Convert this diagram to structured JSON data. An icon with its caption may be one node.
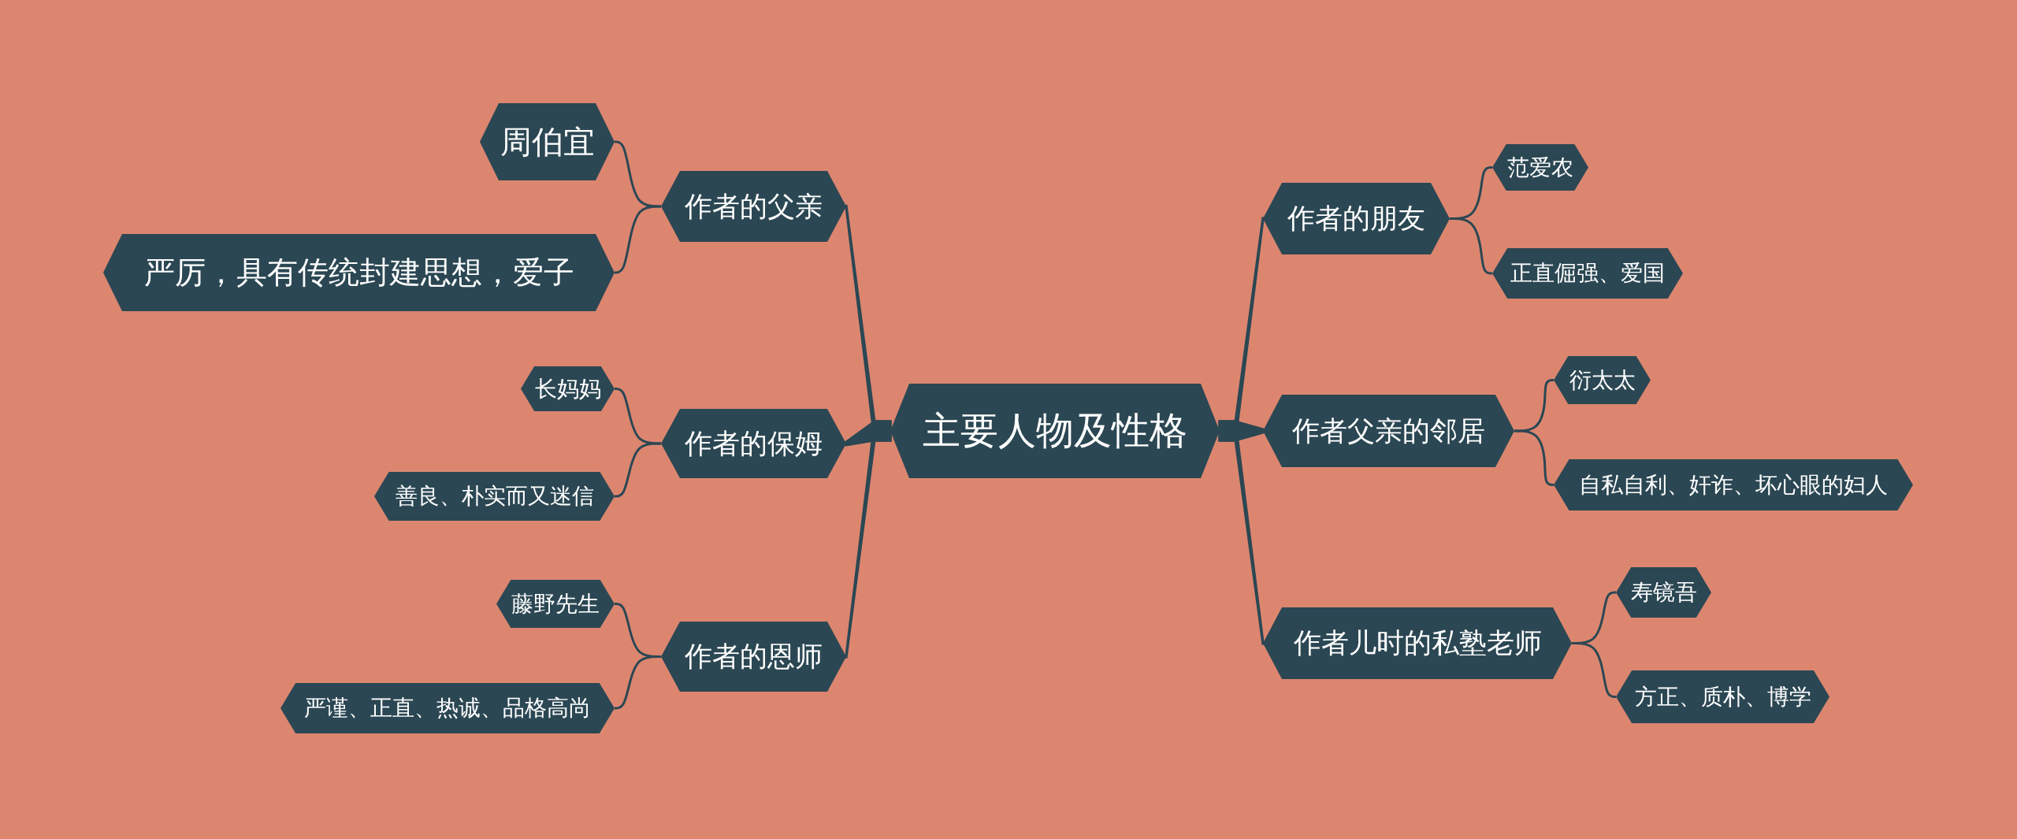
{
  "diagram": {
    "nodes": [
      {
        "text": [
          "主要人物及性格"
        ]
      },
      {
        "text": [
          "作者的父亲"
        ]
      },
      {
        "text": [
          "周伯宜"
        ]
      },
      {
        "text": [
          "严厉，具有传统封建思想，爱子"
        ]
      },
      {
        "text": [
          "作者的保姆"
        ]
      },
      {
        "text": [
          "长妈妈"
        ]
      },
      {
        "text": [
          "善良、朴实而又迷信"
        ]
      },
      {
        "text": [
          "作者的恩师"
        ]
      },
      {
        "text": [
          "藤野先生"
        ]
      },
      {
        "text": [
          "严谨、正直、热诚、品格高尚"
        ]
      },
      {
        "text": [
          "作者的朋友"
        ]
      },
      {
        "text": [
          "范爱农"
        ]
      },
      {
        "text": [
          "正直倔强、爱国"
        ]
      },
      {
        "text": [
          "作者父亲的邻居"
        ]
      },
      {
        "text": [
          "衍太太"
        ]
      },
      {
        "text": [
          "自私自利、奸诈、坏心眼的妇人"
        ]
      },
      {
        "text": [
          "作者儿时的私塾老师"
        ]
      },
      {
        "text": [
          "寿镜吾"
        ]
      },
      {
        "text": [
          "方正、质朴、博学"
        ]
      }
    ],
    "edges": [
      {
        "from": 0,
        "to": 1,
        "arrow": "none"
      },
      {
        "from": 0,
        "to": 4,
        "arrow": "none"
      },
      {
        "from": 0,
        "to": 7,
        "arrow": "none"
      },
      {
        "from": 0,
        "to": 10,
        "arrow": "none"
      },
      {
        "from": 0,
        "to": 13,
        "arrow": "none"
      },
      {
        "from": 0,
        "to": 16,
        "arrow": "none"
      },
      {
        "from": 1,
        "to": 2,
        "arrow": "none"
      },
      {
        "from": 1,
        "to": 3,
        "arrow": "none"
      },
      {
        "from": 4,
        "to": 5,
        "arrow": "none"
      },
      {
        "from": 4,
        "to": 6,
        "arrow": "none"
      },
      {
        "from": 7,
        "to": 8,
        "arrow": "none"
      },
      {
        "from": 7,
        "to": 9,
        "arrow": "none"
      },
      {
        "from": 10,
        "to": 11,
        "arrow": "none"
      },
      {
        "from": 10,
        "to": 12,
        "arrow": "none"
      },
      {
        "from": 13,
        "to": 14,
        "arrow": "none"
      },
      {
        "from": 13,
        "to": 15,
        "arrow": "none"
      },
      {
        "from": 16,
        "to": 17,
        "arrow": "none"
      },
      {
        "from": 16,
        "to": 18,
        "arrow": "none"
      }
    ]
  }
}
